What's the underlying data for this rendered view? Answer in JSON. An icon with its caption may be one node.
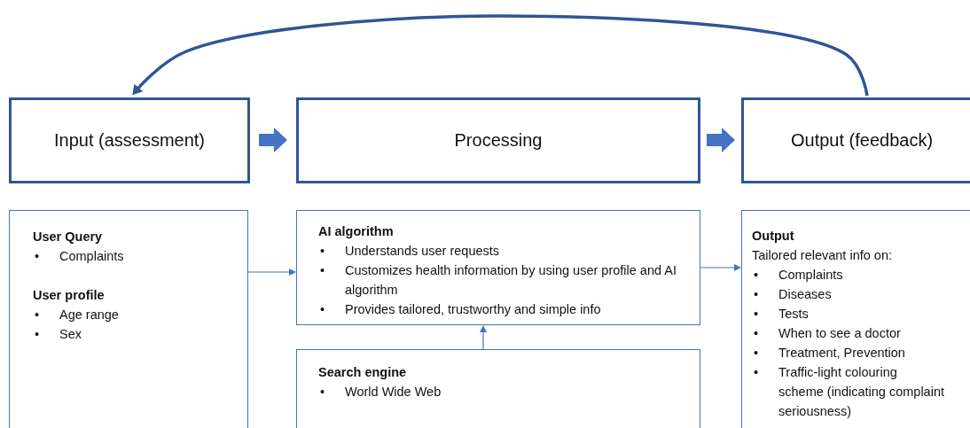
{
  "diagram": {
    "nodes": [
      {
        "text": [
          "Input (assessment)"
        ]
      },
      {
        "text": [
          "Processing"
        ]
      },
      {
        "text": [
          "Output (feedback)"
        ]
      },
      {
        "text": [
          "User Query",
          "• Complaints",
          "User profile",
          "• Age range",
          "• Sex"
        ]
      },
      {
        "text": [
          "AI algorithm",
          "• Understands user requests",
          "• Customizes health information by using user profile and AI algorithm",
          "• Provides tailored, trustworthy and simple info"
        ]
      },
      {
        "text": [
          "Search engine",
          "• World Wide Web"
        ]
      },
      {
        "text": [
          "Output",
          "Tailored relevant info on:",
          "• Complaints",
          "• Diseases",
          "• Tests",
          "• When to see a doctor",
          "• Treatment, Prevention",
          "• Traffic-light colouring scheme (indicating complaint seriousness)"
        ]
      }
    ],
    "edges": [
      {
        "from": 0,
        "to": 1,
        "arrow": "to",
        "style": "thick"
      },
      {
        "from": 1,
        "to": 2,
        "arrow": "to",
        "style": "thick"
      },
      {
        "from": 2,
        "to": 0,
        "arrow": "to",
        "style": "thick",
        "color": "#2f5597"
      },
      {
        "from": 3,
        "to": 4,
        "arrow": "to"
      },
      {
        "from": 4,
        "to": 6,
        "arrow": "to"
      },
      {
        "from": 5,
        "to": 4,
        "arrow": "to"
      }
    ]
  }
}
